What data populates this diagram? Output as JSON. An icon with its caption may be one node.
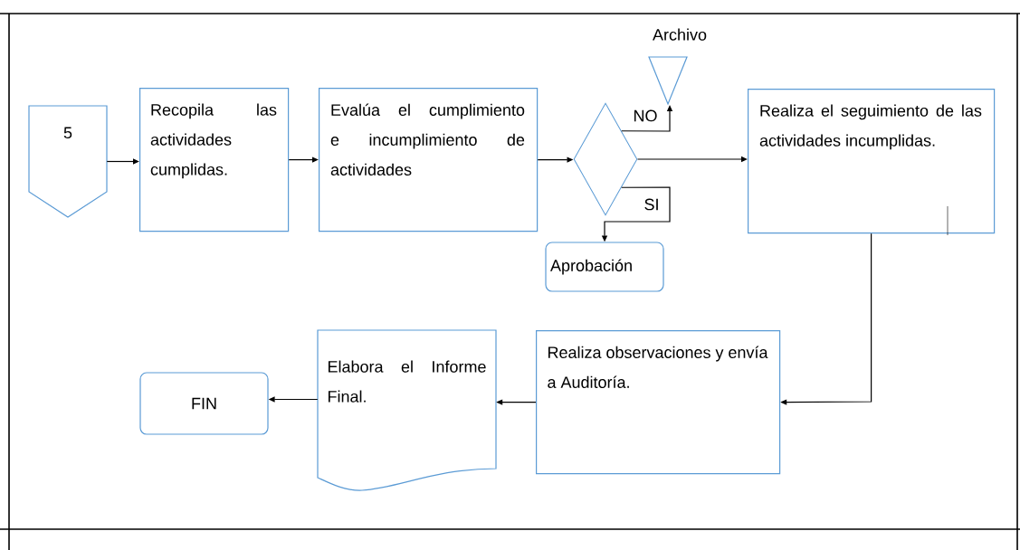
{
  "diagram": {
    "nodes": [
      {
        "text": [
          "5"
        ]
      },
      {
        "text": [
          "Recopila las actividades cumplidas."
        ]
      },
      {
        "text": [
          "Evalúa el cumplimiento e incumplimiento de actividades"
        ]
      },
      {
        "text": [],
        "shape": "diamond"
      },
      {
        "text": [
          "Archivo"
        ]
      },
      {
        "text": [
          "Realiza el seguimiento de las actividades incumplidas."
        ]
      },
      {
        "text": [
          "Aprobación"
        ]
      },
      {
        "text": [
          "Realiza observaciones y envía a Auditoría."
        ]
      },
      {
        "text": [
          "Elabora el Informe Final."
        ]
      },
      {
        "text": [
          "FIN"
        ]
      }
    ],
    "edges": [
      {
        "from": 0,
        "to": 1,
        "arrow": "to"
      },
      {
        "from": 1,
        "to": 2,
        "arrow": "to"
      },
      {
        "from": 2,
        "to": 3,
        "arrow": "to"
      },
      {
        "from": 3,
        "to": 4,
        "arrow": "to",
        "label": "NO"
      },
      {
        "from": 3,
        "to": 6,
        "arrow": "to",
        "label": "SI"
      },
      {
        "from": 3,
        "to": 5,
        "arrow": "to"
      },
      {
        "from": 5,
        "to": 7,
        "arrow": "to"
      },
      {
        "from": 7,
        "to": 8,
        "arrow": "to"
      },
      {
        "from": 8,
        "to": 9,
        "arrow": "to"
      }
    ]
  }
}
